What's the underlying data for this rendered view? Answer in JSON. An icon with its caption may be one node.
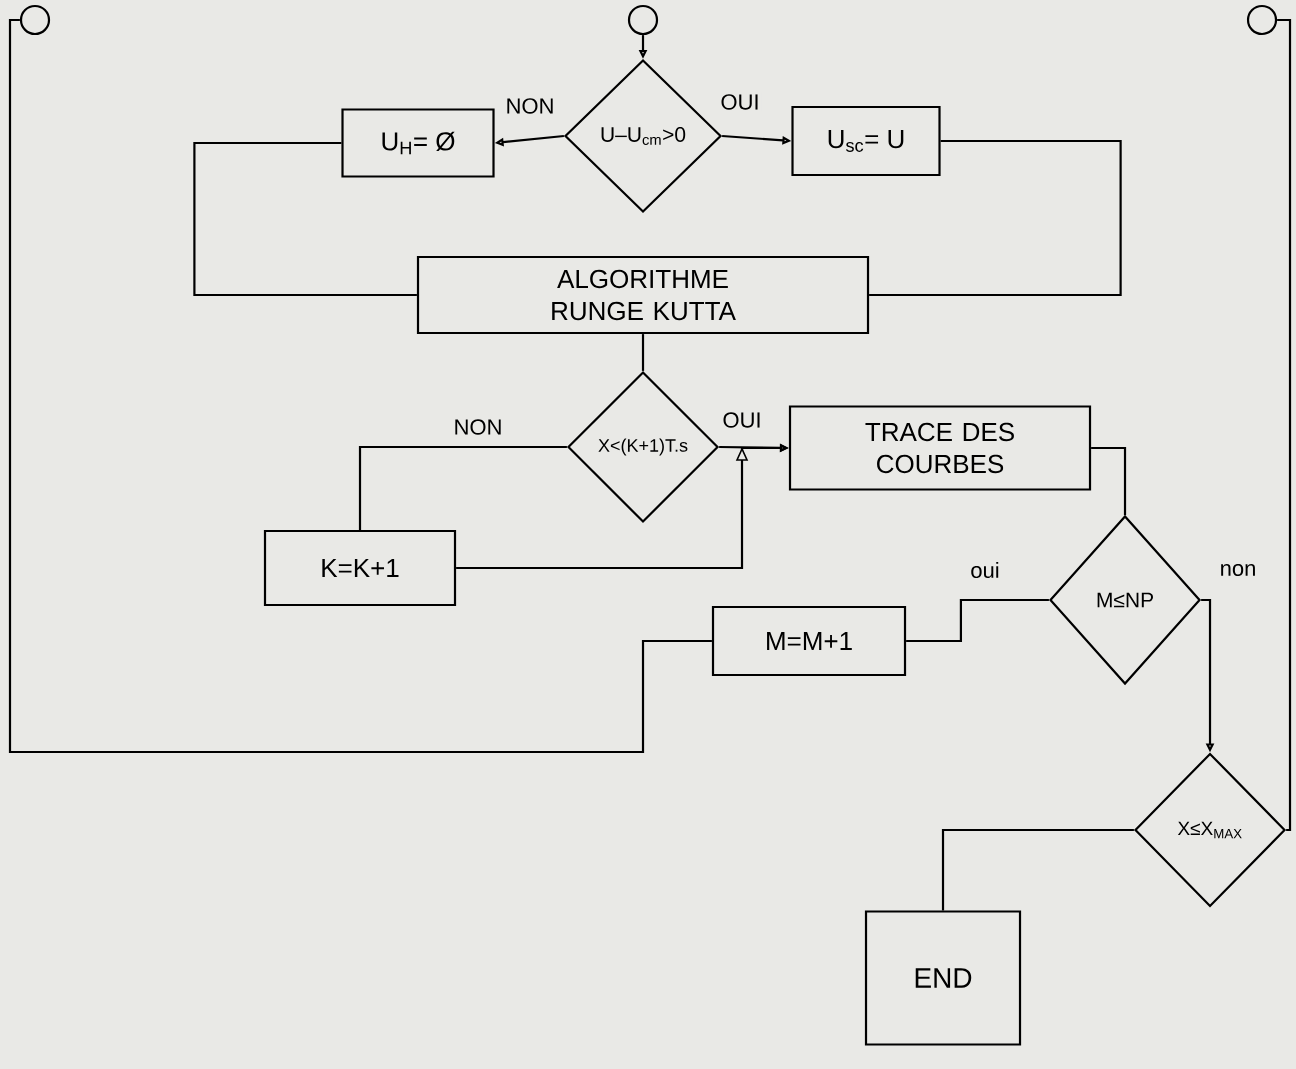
{
  "diagram": {
    "nodes": [
      {
        "text": [],
        "shape": "circle"
      },
      {
        "text": [],
        "shape": "circle"
      },
      {
        "text": [],
        "shape": "circle"
      },
      {
        "text": [
          "U–U$_{cm}$>0"
        ]
      },
      {
        "text": [
          "U$_{H}$= Ø"
        ]
      },
      {
        "text": [
          "U$_{sc}$= U"
        ]
      },
      {
        "text": [
          "ALGORITHME RUNGE KUTTA"
        ]
      },
      {
        "text": [
          "X<(K+1)T.s"
        ]
      },
      {
        "text": [
          "TRACE DES COURBES"
        ]
      },
      {
        "text": [
          "K=K+1"
        ]
      },
      {
        "text": [
          "M≤NP"
        ]
      },
      {
        "text": [
          "M=M+1"
        ]
      },
      {
        "text": [
          "X≤X$_{MAX}$"
        ]
      },
      {
        "text": [
          "END"
        ]
      }
    ],
    "edges": [
      {
        "from": 1,
        "to": 3,
        "arrow": "to"
      },
      {
        "from": 3,
        "to": 4,
        "arrow": "to",
        "label": "NON"
      },
      {
        "from": 3,
        "to": 5,
        "arrow": "to",
        "label": "OUI"
      },
      {
        "from": 4,
        "to": 6,
        "arrow": "none"
      },
      {
        "from": 5,
        "to": 6,
        "arrow": "none"
      },
      {
        "from": 6,
        "to": 7,
        "arrow": "none"
      },
      {
        "from": 7,
        "to": 8,
        "arrow": "to",
        "label": "OUI"
      },
      {
        "from": 7,
        "to": 9,
        "arrow": "none",
        "label": "NON"
      },
      {
        "from": 9,
        "to": 8,
        "arrow": "to"
      },
      {
        "from": 8,
        "to": 10,
        "arrow": "none"
      },
      {
        "from": 10,
        "to": 11,
        "arrow": "none",
        "label": "oui"
      },
      {
        "from": 10,
        "to": 12,
        "arrow": "to",
        "label": "non"
      },
      {
        "from": 11,
        "to": 0,
        "arrow": "none"
      },
      {
        "from": 12,
        "to": 13,
        "arrow": "none"
      },
      {
        "from": 12,
        "to": 2,
        "arrow": "none"
      }
    ]
  }
}
